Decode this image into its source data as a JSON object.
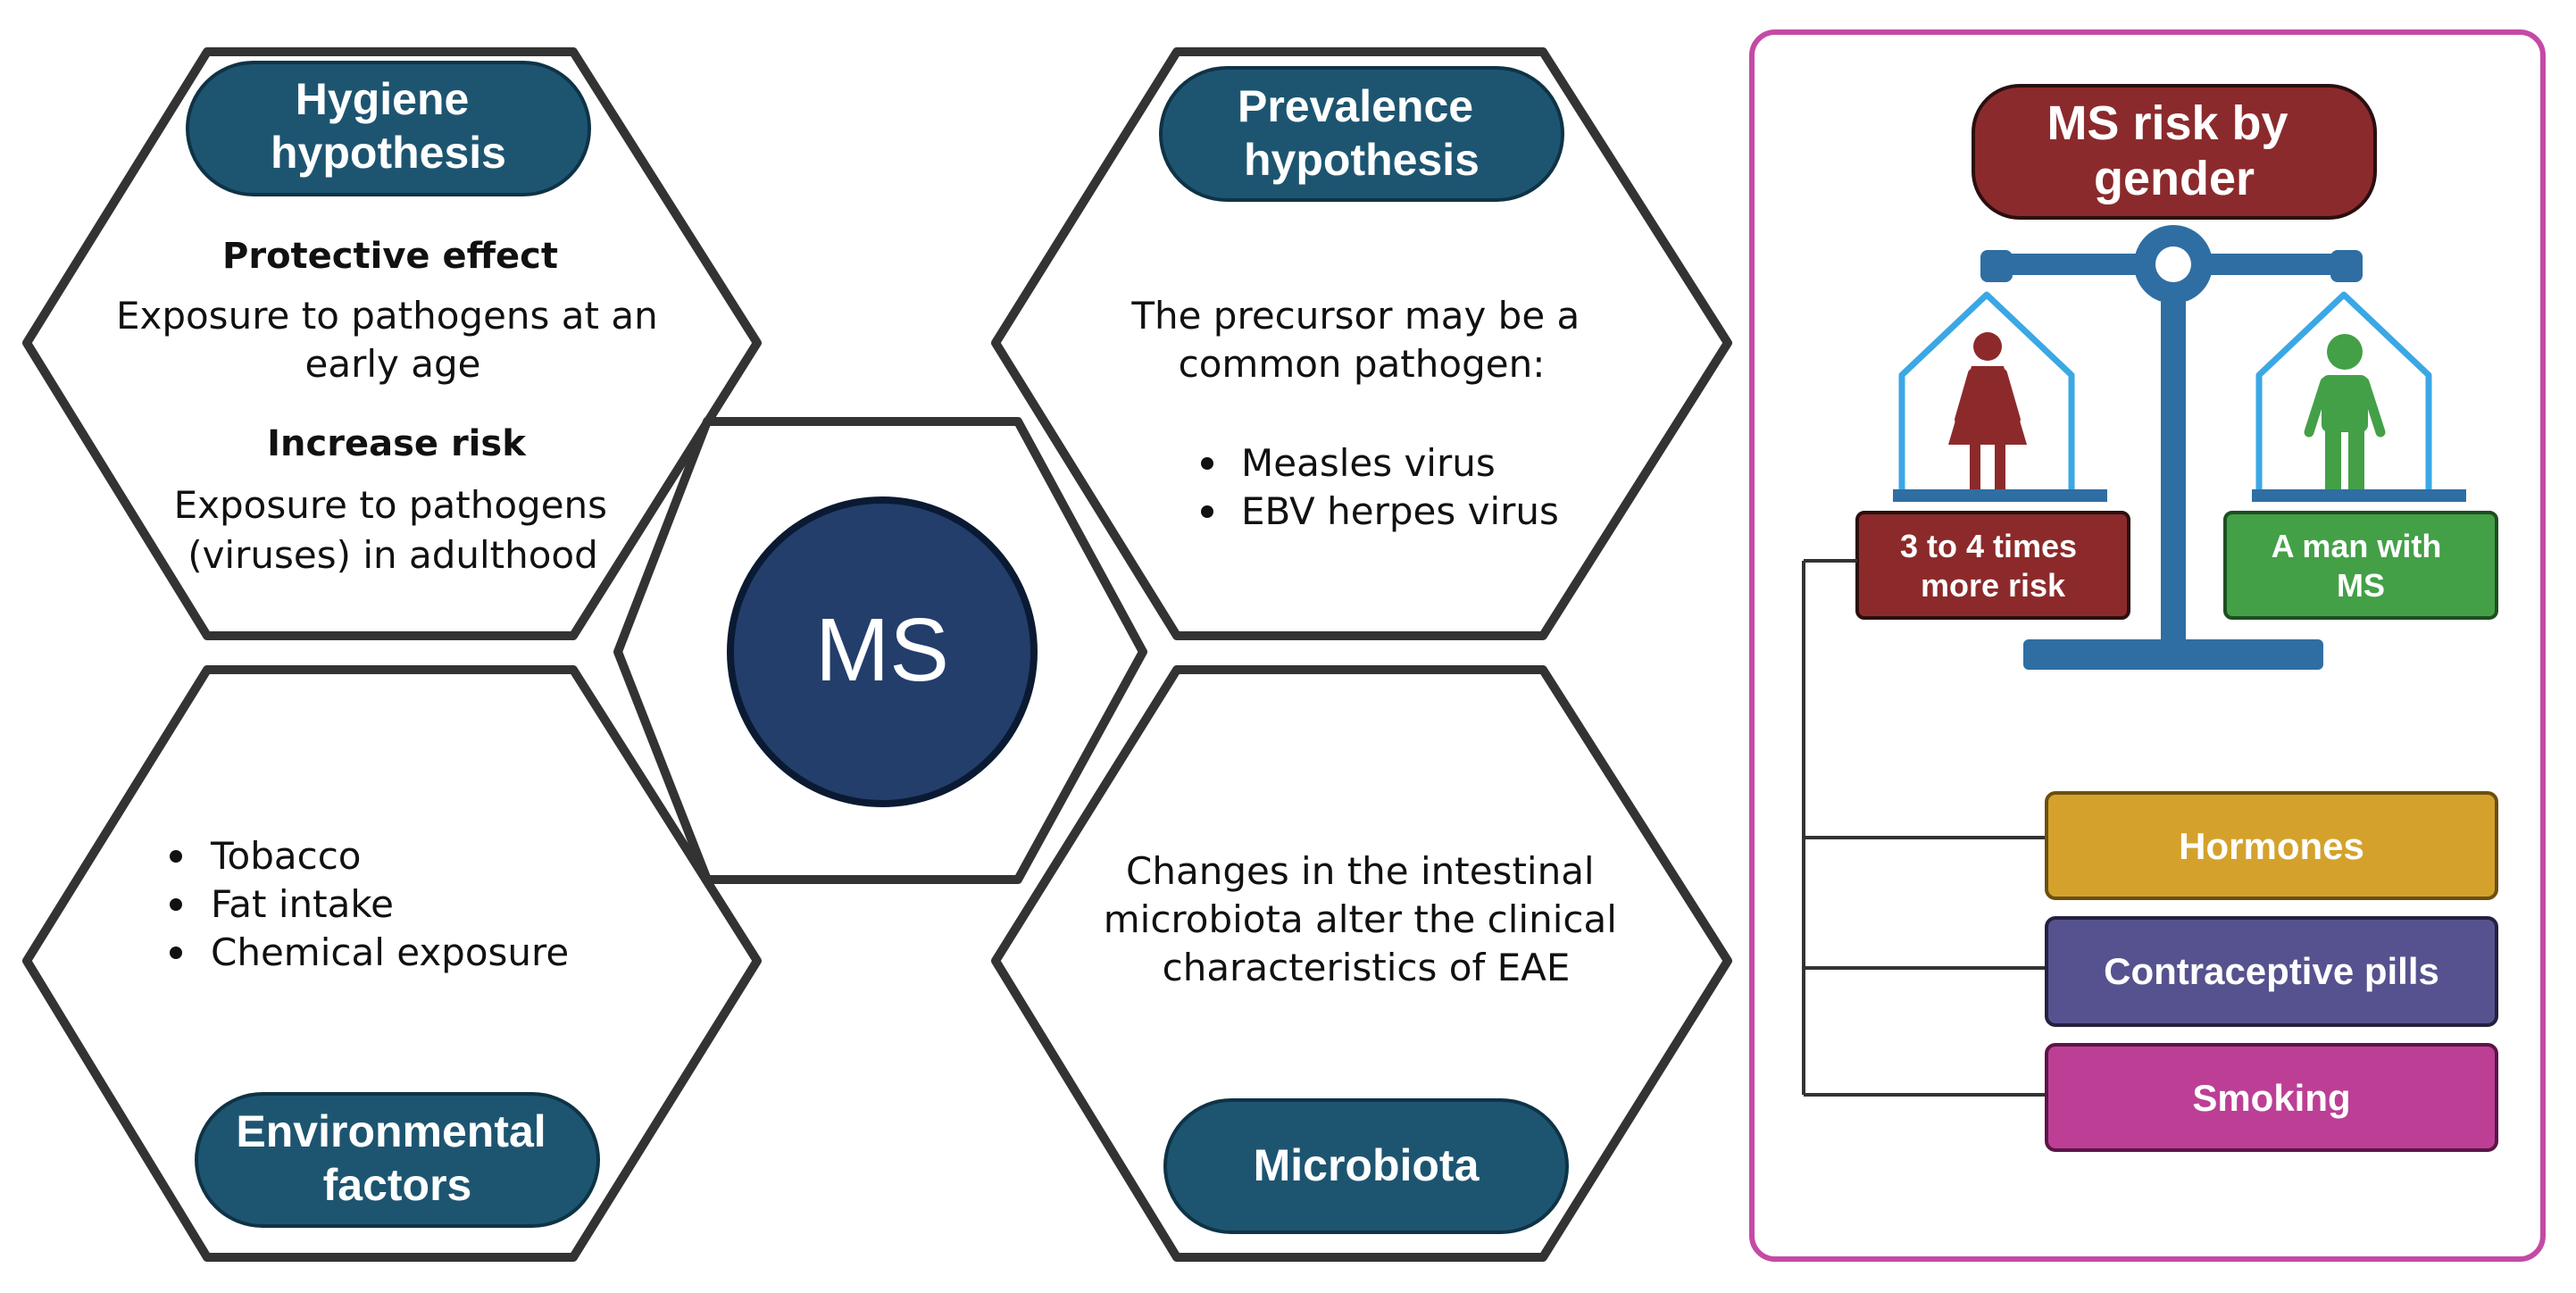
{
  "center": {
    "label": "MS"
  },
  "hygiene": {
    "title": [
      "Hygiene",
      "hypothesis"
    ],
    "protective_heading": "Protective effect",
    "protective_text": [
      "Exposure to pathogens at an",
      "early age"
    ],
    "increase_heading": "Increase risk",
    "increase_text": [
      "Exposure to pathogens",
      "(viruses) in adulthood"
    ]
  },
  "prevalence": {
    "title": [
      "Prevalence",
      "hypothesis"
    ],
    "intro": [
      "The precursor may be a",
      "common pathogen:"
    ],
    "bullets": [
      "Measles virus",
      "EBV herpes virus"
    ]
  },
  "environmental": {
    "title": [
      "Environmental",
      "factors"
    ],
    "bullets": [
      "Tobacco",
      "Fat intake",
      "Chemical exposure"
    ]
  },
  "microbiota": {
    "title": "Microbiota",
    "text": [
      "Changes in the intestinal",
      "microbiota alter the clinical",
      "characteristics of EAE"
    ]
  },
  "gender_panel": {
    "title": [
      "MS risk by",
      "gender"
    ],
    "female_label": [
      "3 to 4 times",
      "more risk"
    ],
    "male_label": [
      "A man with",
      "MS"
    ],
    "factors": [
      "Hormones",
      "Contraceptive pills",
      "Smoking"
    ]
  },
  "colors": {
    "pill": "#1d5571",
    "hexagon_stroke": "#333333",
    "center_circle": "#233e6b",
    "panel_border": "#c44aa5",
    "title_box": "#8b2a2c",
    "scale": "#2f6ea3",
    "house": "#3ba7e5",
    "female": "#8c2a2b",
    "male": "#43a047",
    "hormones": "#d4a22c",
    "contraceptive": "#56528f",
    "smoking": "#bc3f95"
  }
}
